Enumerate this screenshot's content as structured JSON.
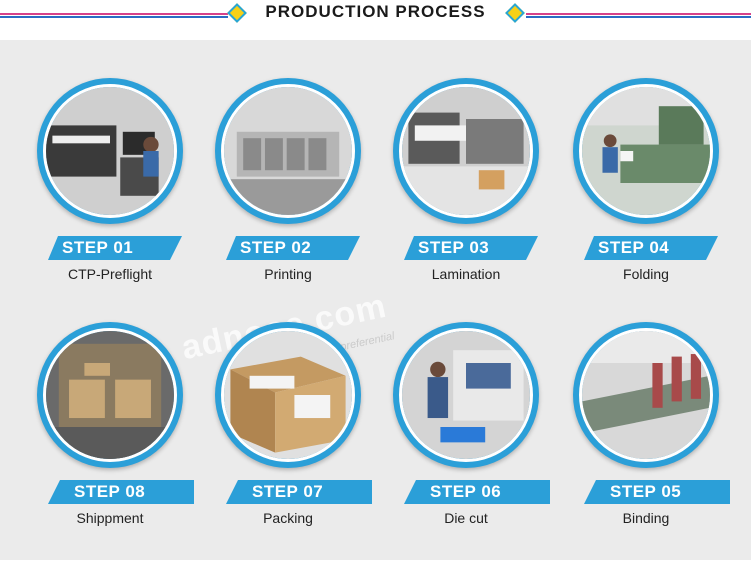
{
  "header": {
    "title": "PRODUCTION PROCESS"
  },
  "watermark": {
    "main": "adnose.com",
    "sub": "Adnose preferential"
  },
  "steps": [
    {
      "step": "STEP 01",
      "label": "CTP-Preflight"
    },
    {
      "step": "STEP 02",
      "label": "Printing"
    },
    {
      "step": "STEP 03",
      "label": "Lamination"
    },
    {
      "step": "STEP 04",
      "label": "Folding"
    },
    {
      "step": "STEP 08",
      "label": "Shippment"
    },
    {
      "step": "STEP 07",
      "label": "Packing"
    },
    {
      "step": "STEP 06",
      "label": "Die cut"
    },
    {
      "step": "STEP 05",
      "label": "Binding"
    }
  ],
  "colors": {
    "accent": "#2b9fd8",
    "pink": "#d6428a",
    "blue": "#2a6cc4",
    "gold": "#f7d117"
  }
}
